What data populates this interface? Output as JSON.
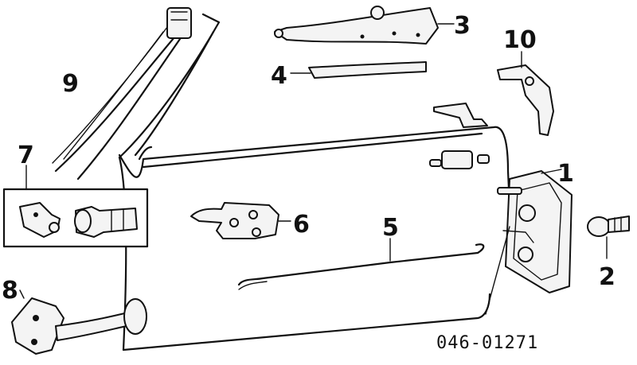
{
  "diagram": {
    "callouts": [
      {
        "id": "1",
        "text": "1"
      },
      {
        "id": "2",
        "text": "2"
      },
      {
        "id": "3",
        "text": "3"
      },
      {
        "id": "4",
        "text": "4"
      },
      {
        "id": "5",
        "text": "5"
      },
      {
        "id": "6",
        "text": "6"
      },
      {
        "id": "7",
        "text": "7"
      },
      {
        "id": "8",
        "text": "8"
      },
      {
        "id": "9",
        "text": "9"
      },
      {
        "id": "10",
        "text": "10"
      }
    ],
    "diagram_code": "046-01271"
  }
}
